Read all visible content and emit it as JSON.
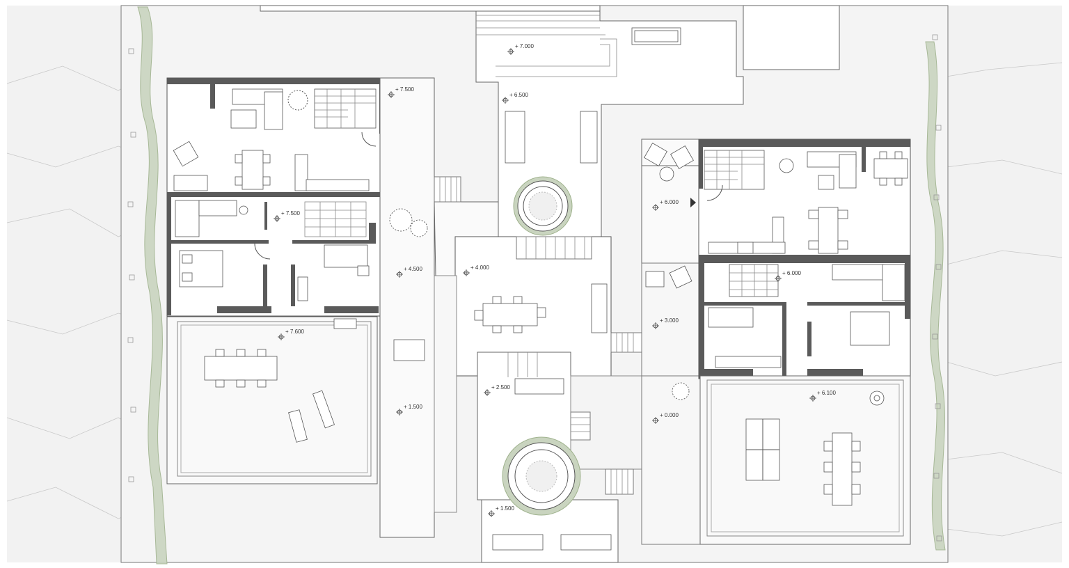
{
  "drawing": {
    "levels": [
      {
        "label": "+ 7.000"
      },
      {
        "label": "+ 6.500"
      },
      {
        "label": "+ 7.500"
      },
      {
        "label": "+ 7.500"
      },
      {
        "label": "+ 4.500"
      },
      {
        "label": "+ 4.000"
      },
      {
        "label": "+ 7.600"
      },
      {
        "label": "+ 2.500"
      },
      {
        "label": "+ 1.500"
      },
      {
        "label": "+ 1.500"
      },
      {
        "label": "+ 6.000"
      },
      {
        "label": "+ 6.000"
      },
      {
        "label": "+ 3.000"
      },
      {
        "label": "+ 0.000"
      },
      {
        "label": "+ 6.100"
      }
    ],
    "colors": {
      "background": "#ffffff",
      "site": "#f2f2f2",
      "terrace": "#f7f7f7",
      "wall": "#5a5a5a",
      "vegetation": "#c9d4bf",
      "vegetation_stroke": "#9fb28d",
      "line": "#555555",
      "contour": "#c8c8c8"
    }
  }
}
